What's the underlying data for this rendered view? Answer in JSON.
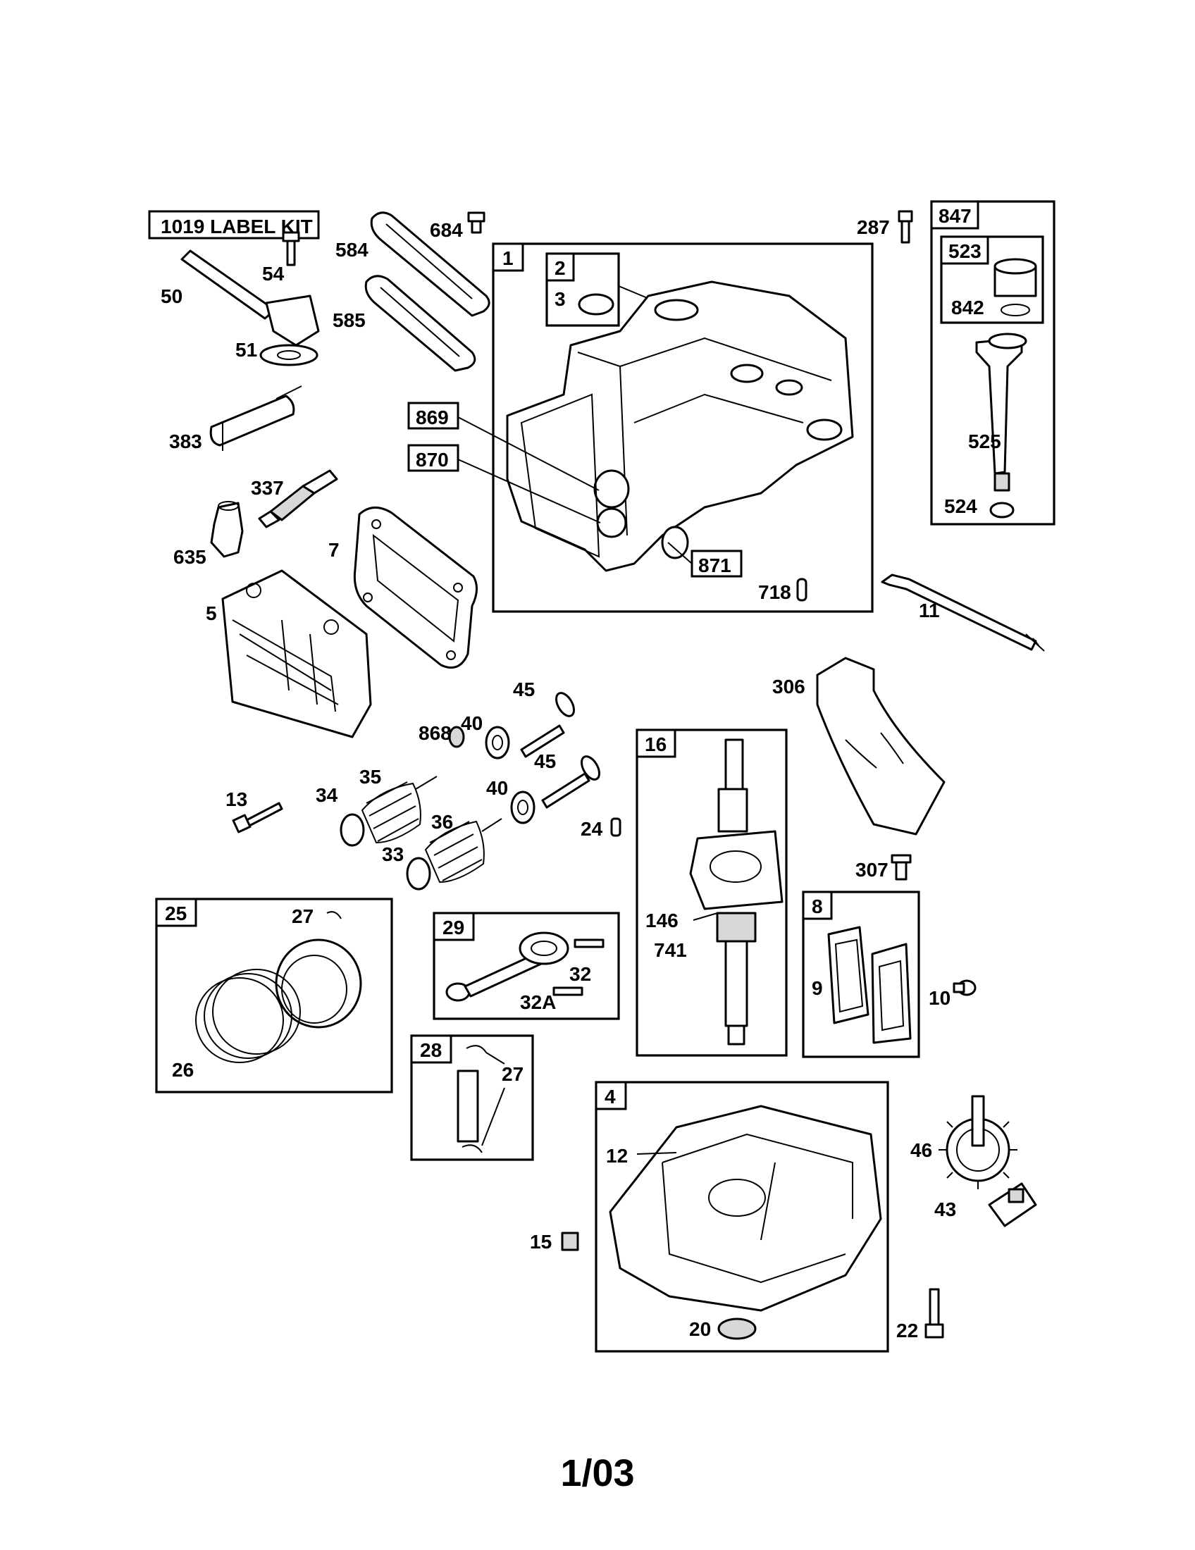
{
  "label_kit": "1019 LABEL KIT",
  "page_number": "1/03",
  "boxes": {
    "b1": "1",
    "b2": "2",
    "b847": "847",
    "b523": "523",
    "b869": "869",
    "b870": "870",
    "b871": "871",
    "b16": "16",
    "b25": "25",
    "b29": "29",
    "b28": "28",
    "b8": "8",
    "b4": "4"
  },
  "labels": {
    "l684": "684",
    "l584": "584",
    "l585": "585",
    "l54": "54",
    "l50": "50",
    "l51": "51",
    "l383": "383",
    "l337": "337",
    "l635": "635",
    "l7": "7",
    "l5": "5",
    "l3": "3",
    "l287": "287",
    "l842": "842",
    "l525": "525",
    "l524": "524",
    "l718": "718",
    "l11": "11",
    "l306": "306",
    "l45a": "45",
    "l40a": "40",
    "l868": "868",
    "l45b": "45",
    "l40b": "40",
    "l13": "13",
    "l35": "35",
    "l34": "34",
    "l36": "36",
    "l33": "33",
    "l24": "24",
    "l146": "146",
    "l741": "741",
    "l307": "307",
    "l27a": "27",
    "l26": "26",
    "l32": "32",
    "l32a": "32A",
    "l27b": "27",
    "l9": "9",
    "l10": "10",
    "l12": "12",
    "l15": "15",
    "l46": "46",
    "l43": "43",
    "l20": "20",
    "l22": "22"
  }
}
